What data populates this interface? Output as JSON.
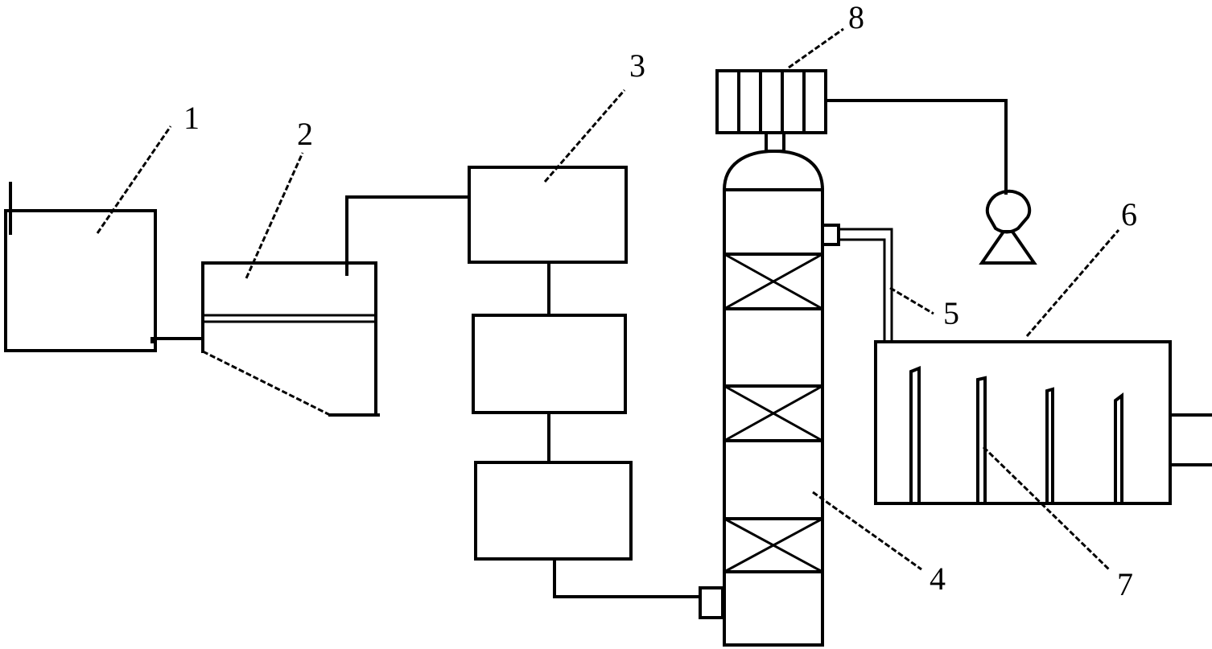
{
  "labels": {
    "n1": "1",
    "n2": "2",
    "n3": "3",
    "n4": "4",
    "n5": "5",
    "n6": "6",
    "n7": "7",
    "n8": "8"
  }
}
